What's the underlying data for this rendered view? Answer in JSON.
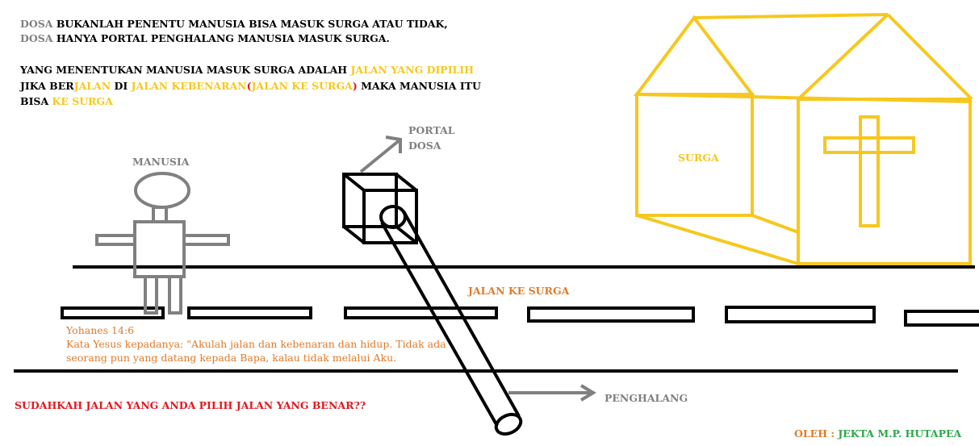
{
  "colors": {
    "black": "#000000",
    "gray": "#808080",
    "gold": "#f6c81f",
    "orange": "#e07b2a",
    "red": "#e0191f",
    "green": "#2ea84a"
  },
  "intro": {
    "line1": [
      {
        "text": "DOSA",
        "color": "gray"
      },
      {
        "text": " BUKANLAH PENENTU MANUSIA BISA MASUK SURGA ATAU TIDAK,",
        "color": "black"
      }
    ],
    "line2": [
      {
        "text": "DOSA",
        "color": "gray"
      },
      {
        "text": " HANYA PORTAL PENGHALANG MANUSIA MASUK SURGA.",
        "color": "black"
      }
    ],
    "line3": [
      {
        "text": "YANG MENENTUKAN MANUSIA MASUK SURGA ADALAH ",
        "color": "black"
      },
      {
        "text": "JALAN YANG DIPILIH",
        "color": "gold"
      }
    ],
    "line4": [
      {
        "text": "JIKA BER",
        "color": "black"
      },
      {
        "text": "JALAN",
        "color": "gold"
      },
      {
        "text": " DI ",
        "color": "black"
      },
      {
        "text": "JALAN KEBENARAN",
        "color": "gold"
      },
      {
        "text": "(",
        "color": "red"
      },
      {
        "text": "JALAN KE SURGA",
        "color": "gold"
      },
      {
        "text": ")",
        "color": "red"
      },
      {
        "text": " MAKA MANUSIA ITU",
        "color": "black"
      }
    ],
    "line5": [
      {
        "text": "BISA  ",
        "color": "black"
      },
      {
        "text": "KE SURGA",
        "color": "gold"
      }
    ]
  },
  "labels": {
    "manusia": "MANUSIA",
    "portal_line1": "PORTAL",
    "portal_line2": "DOSA",
    "surga": "SURGA",
    "jalan_ke_surga": "JALAN KE SURGA",
    "penghalang": "PENGHALANG"
  },
  "verse": {
    "reference": "Yohanes 14:6",
    "line1": "Kata Yesus kepadanya: \"Akulah jalan dan kebenaran dan hidup. Tidak ada",
    "line2": "seorang pun yang datang kepada Bapa, kalau tidak melalui Aku."
  },
  "question": "SUDAHKAH JALAN YANG ANDA PILIH JALAN YANG BENAR??",
  "credit": {
    "prefix": "OLEH : ",
    "name": "JEKTA M.P. HUTAPEA"
  }
}
